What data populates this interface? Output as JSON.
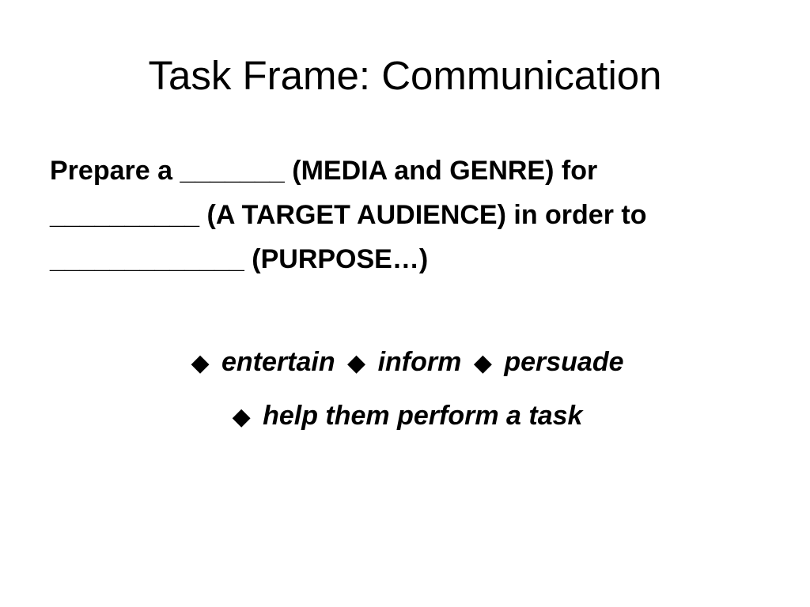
{
  "slide": {
    "title": "Task Frame: Communication",
    "prompt_lines": [
      "Prepare a _______ (MEDIA and GENRE) for",
      "__________ (A TARGET AUDIENCE) in order to",
      "_____________ (PURPOSE…)"
    ],
    "bullet_symbol": "◆",
    "purposes": {
      "entertain": "entertain",
      "inform": "inform",
      "persuade": "persuade",
      "task": "help them perform a task"
    }
  }
}
